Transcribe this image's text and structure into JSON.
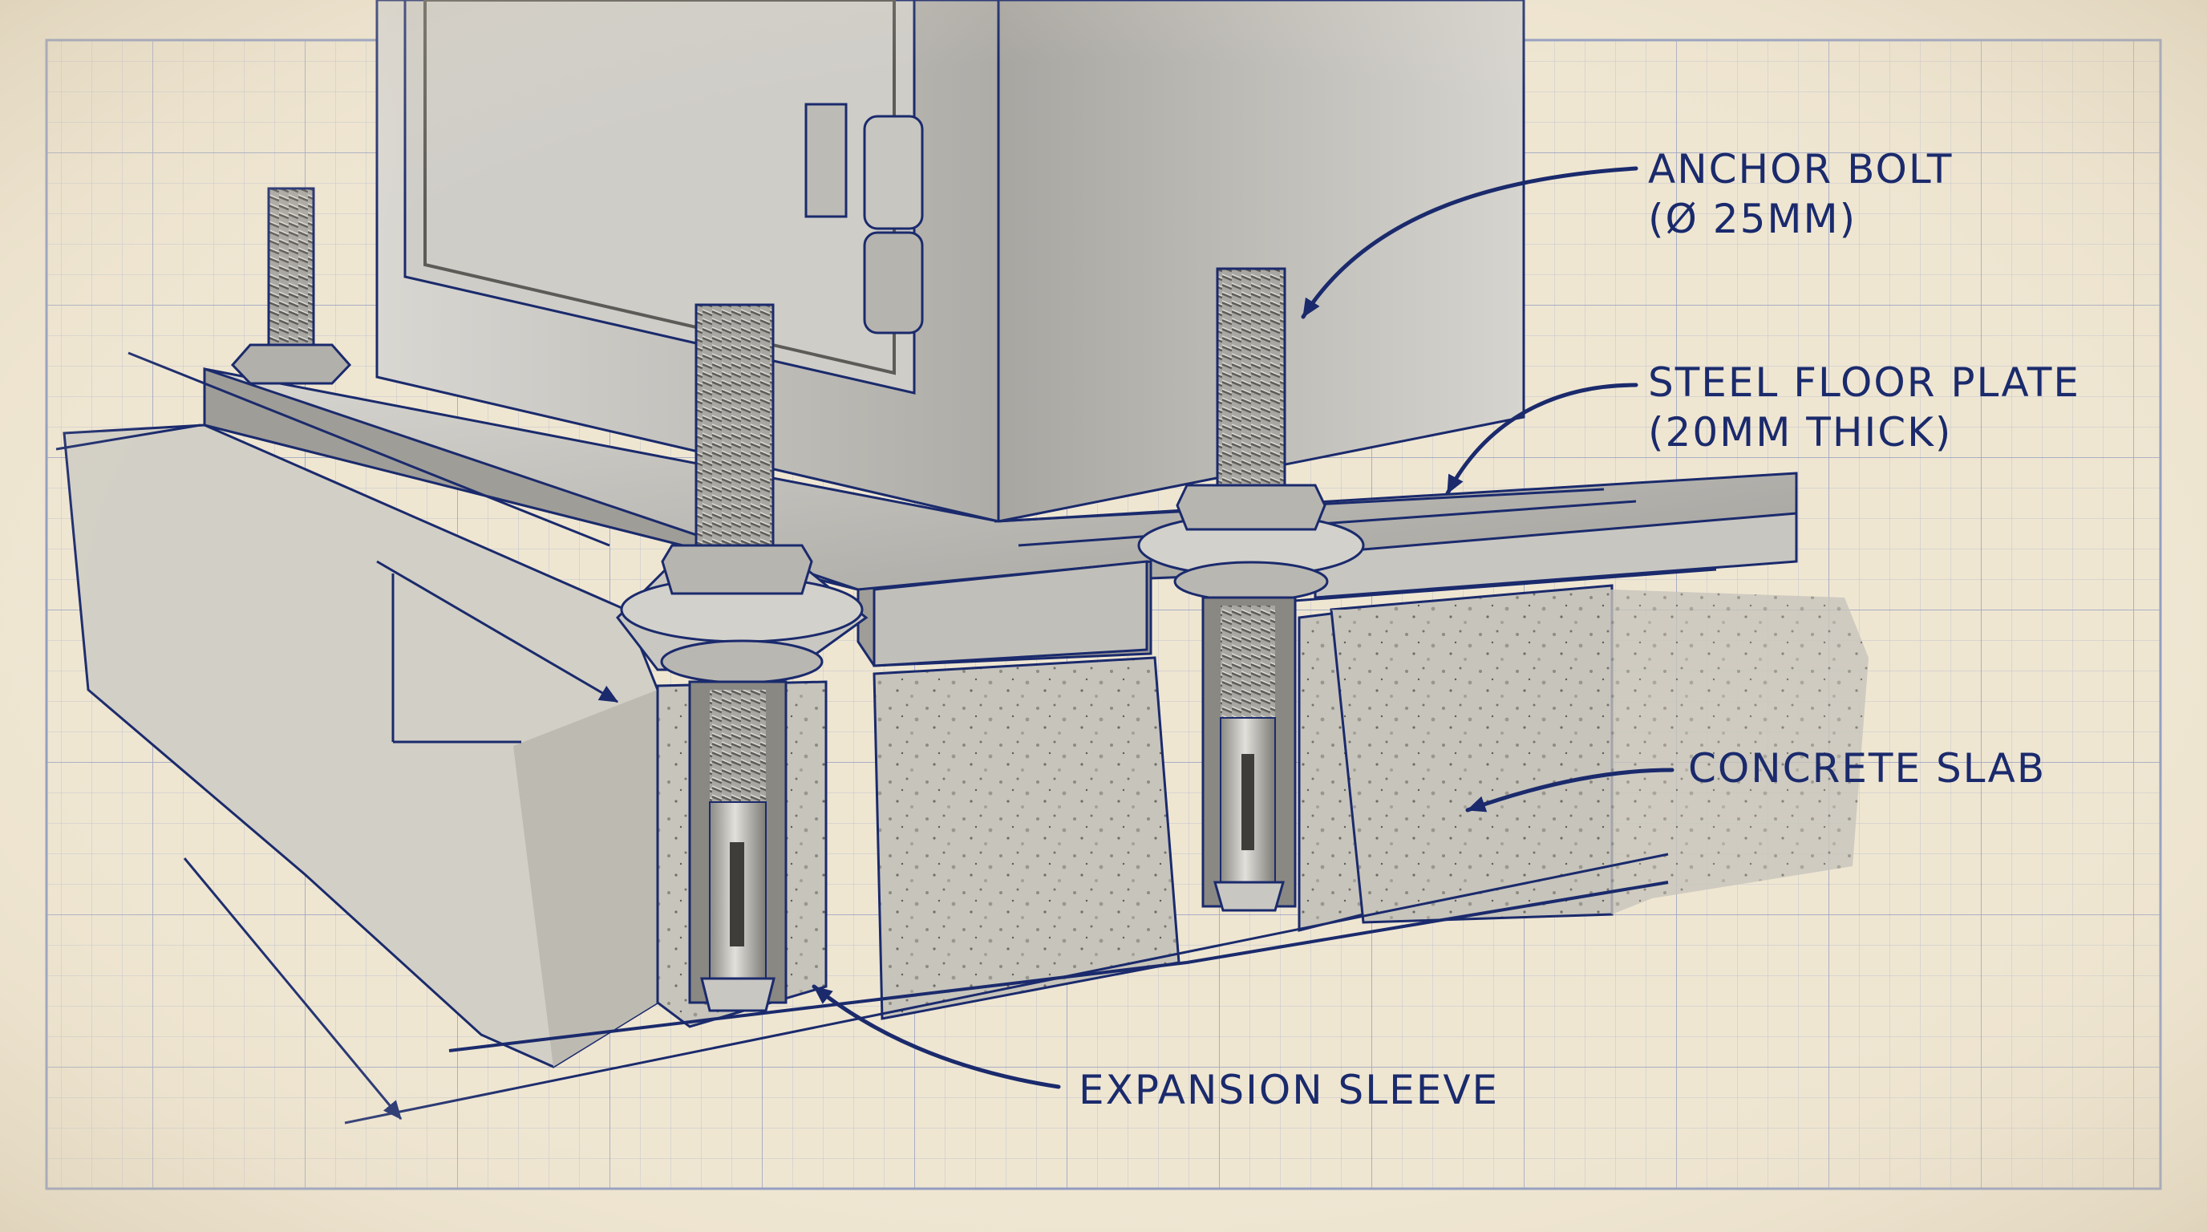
{
  "labels": {
    "anchor_bolt": {
      "line1": "ANCHOR BOLT",
      "line2": "(Ø 25MM)"
    },
    "floor_plate": {
      "line1": "STEEL FLOOR PLATE",
      "line2": "(20MM THICK)"
    },
    "concrete_slab": "CONCRETE SLAB",
    "expansion_sleeve": "EXPANSION SLEEVE"
  },
  "colors": {
    "paper": "#efe6d2",
    "grid": "#9aa7c9",
    "ink": "#1a2a6c",
    "steel": "#b9b7b2",
    "concrete": "#c9c6bd"
  }
}
